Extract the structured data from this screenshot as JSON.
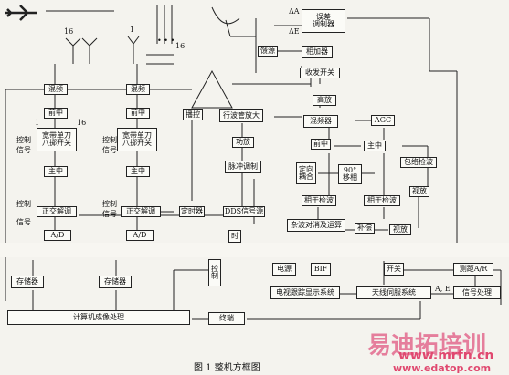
{
  "caption": "图 1  整机方框图",
  "labels": {
    "count_16_top": "16",
    "count_1_top": "1",
    "count_16_right": "16",
    "delta_a": "ΔA",
    "delta_e": "ΔE",
    "dots": "• • •",
    "ctrl1": "控制\n信号",
    "ctrl2": "控制\n信号",
    "ctrl3": "控制",
    "ctrl4": "信号",
    "ctrl5": "控制\n信号",
    "ch1": "1",
    "ch16": "16",
    "a_e": "A, E"
  },
  "boxes": {
    "error_mod": "误差\n调制器",
    "feed": "馈源",
    "adder": "相加器",
    "txrx": "收发开关",
    "hpa": "高放",
    "mixer_a": "混频",
    "mixer_b": "混频",
    "if_a": "前中",
    "if_b": "前中",
    "switch_a": "宽带单刀\n八掷开关",
    "switch_b": "宽带单刀\n八掷开关",
    "main_if_a": "主中",
    "main_if_b": "主中",
    "quad_a": "正交解调",
    "quad_b": "正交解调",
    "ad_a": "A/D",
    "ad_b": "A/D",
    "scan": "播控",
    "twt": "行波管放大",
    "power_amp": "功放",
    "pulse_mod": "脉冲调制",
    "dds": "DDS信号源",
    "timer": "定时器",
    "mixer_c": "混频器",
    "agc": "AGC",
    "if_c": "前中",
    "main_if_c": "主中",
    "env_det": "包络检波",
    "directional": "定向\n耦合",
    "shift90": "90°\n移相",
    "coh_det1": "相干检波",
    "coh_det2": "相干检波",
    "video": "视放",
    "clutter": "杂波对消及运算",
    "comp": "补偿",
    "video2": "视放",
    "timer2": "时",
    "ctrl_vert": "控\n制",
    "storage_a": "存储器",
    "storage_b": "存储器",
    "power": "电源",
    "bif": "BIF",
    "switch_r": "开关",
    "range_ar": "测距A/R",
    "tv_display": "电视跟踪显示系统",
    "servo": "天线伺服系统",
    "signal_proc": "信号处理",
    "imaging": "计算机成像处理",
    "terminal": "终端"
  },
  "watermark": {
    "brand": "易迪拓培训",
    "url1": "www.mrfn.cn",
    "url2": "www.edatop.com"
  }
}
